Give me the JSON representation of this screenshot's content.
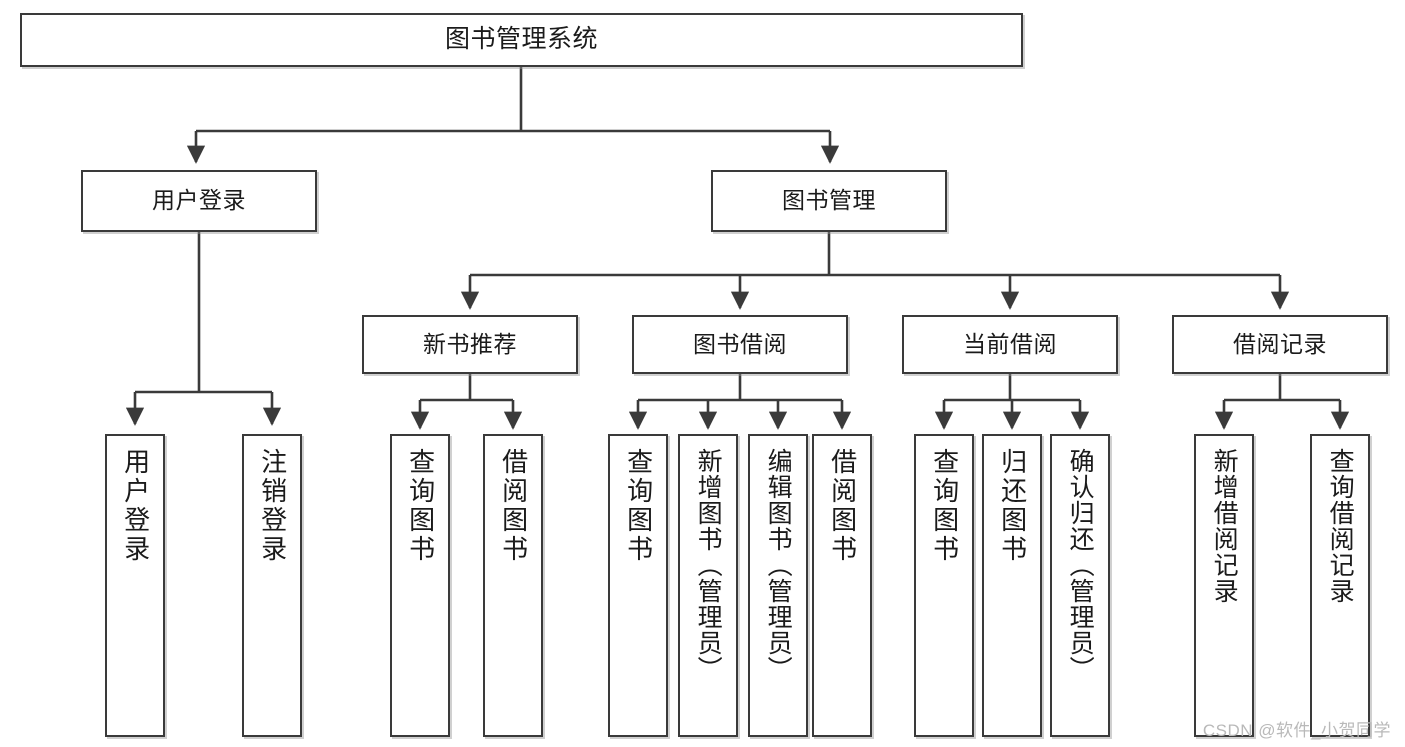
{
  "diagram": {
    "title": "图书管理系统",
    "type": "hierarchy-tree",
    "root": {
      "label": "图书管理系统"
    },
    "level2": [
      {
        "label": "用户登录"
      },
      {
        "label": "图书管理"
      }
    ],
    "level3": [
      {
        "label": "新书推荐"
      },
      {
        "label": "图书借阅"
      },
      {
        "label": "当前借阅"
      },
      {
        "label": "借阅记录"
      }
    ],
    "leaves": {
      "user_login": [
        {
          "label": "用户登录"
        },
        {
          "label": "注销登录"
        }
      ],
      "new_book_recommend": [
        {
          "label": "查询图书"
        },
        {
          "label": "借阅图书"
        }
      ],
      "book_borrow": [
        {
          "label": "查询图书"
        },
        {
          "label": "新增图书（管理员）"
        },
        {
          "label": "编辑图书（管理员）"
        },
        {
          "label": "借阅图书"
        }
      ],
      "current_borrow": [
        {
          "label": "查询图书"
        },
        {
          "label": "归还图书"
        },
        {
          "label": "确认归还（管理员）"
        }
      ],
      "borrow_record": [
        {
          "label": "新增借阅记录"
        },
        {
          "label": "查询借阅记录"
        }
      ]
    }
  },
  "watermark": {
    "text": "CSDN @软件_小贺同学"
  },
  "colors": {
    "border": "#3a3a3a",
    "background": "#ffffff",
    "text": "#1b1b1b",
    "watermark": "#b9b9b9"
  }
}
